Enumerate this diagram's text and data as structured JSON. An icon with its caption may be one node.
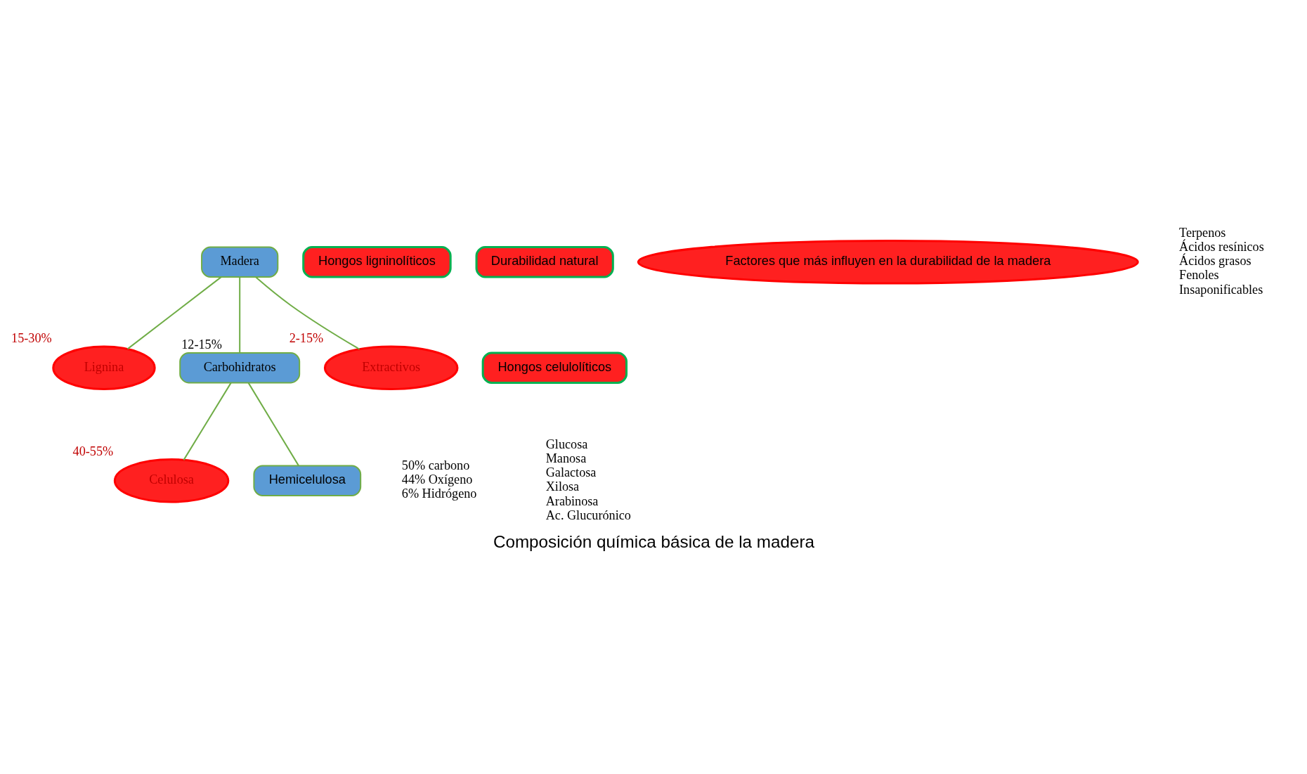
{
  "diagram": {
    "caption": "Composición química básica de la madera",
    "nodes": [
      {
        "text": [
          "Madera"
        ]
      },
      {
        "text": [
          "Lignina"
        ],
        "beside": [
          "15-30%"
        ]
      },
      {
        "text": [
          "Carbohidratos"
        ],
        "beside": [
          "12-15%"
        ]
      },
      {
        "text": [
          "Extractivos"
        ],
        "beside": [
          "2-15%"
        ]
      },
      {
        "text": [
          "Celulosa"
        ],
        "beside": [
          "40-55%"
        ]
      },
      {
        "text": [
          "Hemicelulosa"
        ]
      },
      {
        "text": [
          "Hongos ligninolíticos"
        ]
      },
      {
        "text": [
          "Durabilidad natural"
        ]
      },
      {
        "text": [
          "Hongos celulolíticos"
        ]
      },
      {
        "text": [
          "Factores que más influyen en la durabilidad de la madera"
        ]
      }
    ],
    "edges": [
      {
        "from": 0,
        "to": 1,
        "arrow": "none"
      },
      {
        "from": 0,
        "to": 2,
        "arrow": "none"
      },
      {
        "from": 0,
        "to": 3,
        "arrow": "none"
      },
      {
        "from": 2,
        "to": 4,
        "arrow": "none"
      },
      {
        "from": 2,
        "to": 5,
        "arrow": "none"
      }
    ],
    "labels": [
      "Terpenos",
      "Ácidos resínicos",
      "Ácidos grasos",
      "Fenoles",
      "Insaponificables",
      "50% carbono",
      "44% Oxígeno",
      "6% Hidrógeno",
      "Glucosa",
      "Manosa",
      "Galactosa",
      "Xilosa",
      "Arabinosa",
      "Ac. Glucurónico"
    ]
  }
}
